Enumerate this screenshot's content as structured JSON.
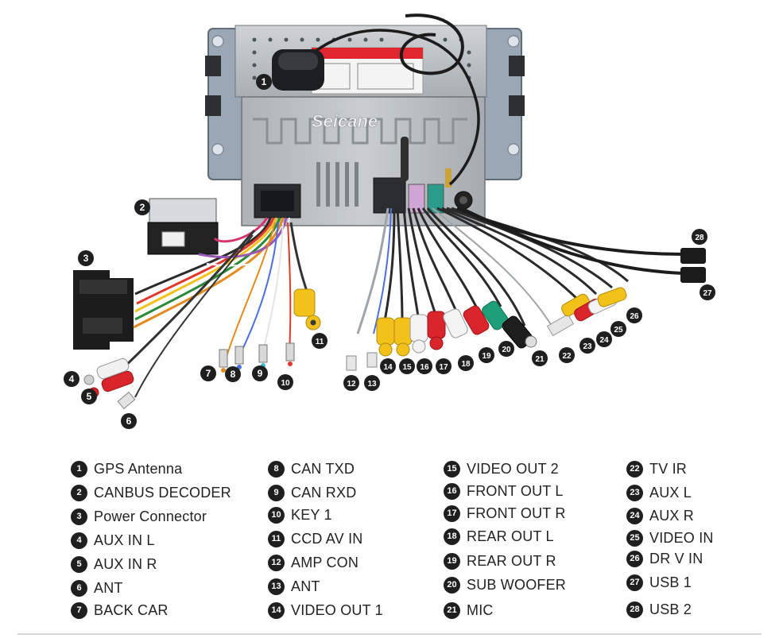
{
  "brand": "Seicane",
  "callouts": [
    "1",
    "2",
    "3",
    "4",
    "5",
    "6",
    "7",
    "8",
    "9",
    "10",
    "11",
    "12",
    "13",
    "14",
    "15",
    "16",
    "17",
    "18",
    "19",
    "20",
    "21",
    "22",
    "23",
    "24",
    "25",
    "26",
    "27",
    "28"
  ],
  "legend": {
    "col1": [
      {
        "num": "1",
        "label": "GPS Antenna"
      },
      {
        "num": "2",
        "label": "CANBUS DECODER"
      },
      {
        "num": "3",
        "label": "Power Connector"
      },
      {
        "num": "4",
        "label": "AUX IN L"
      },
      {
        "num": "5",
        "label": "AUX IN R"
      },
      {
        "num": "6",
        "label": "ANT"
      },
      {
        "num": "7",
        "label": "BACK CAR"
      }
    ],
    "col2": [
      {
        "num": "8",
        "label": "CAN TXD"
      },
      {
        "num": "9",
        "label": "CAN RXD"
      },
      {
        "num": "10",
        "label": "KEY 1"
      },
      {
        "num": "11",
        "label": "CCD AV IN"
      },
      {
        "num": "12",
        "label": "AMP CON"
      },
      {
        "num": "13",
        "label": "ANT"
      },
      {
        "num": "14",
        "label": "VIDEO OUT 1"
      }
    ],
    "col3": [
      {
        "num": "15",
        "label": "VIDEO OUT 2"
      },
      {
        "num": "16",
        "label": "FRONT OUT L"
      },
      {
        "num": "17",
        "label": "FRONT OUT R"
      },
      {
        "num": "18",
        "label": "REAR OUT L"
      },
      {
        "num": "19",
        "label": "REAR OUT R"
      },
      {
        "num": "20",
        "label": "SUB WOOFER"
      },
      {
        "num": "21",
        "label": "MIC"
      }
    ],
    "col4": [
      {
        "num": "22",
        "label": "TV IR"
      },
      {
        "num": "23",
        "label": "AUX L"
      },
      {
        "num": "24",
        "label": "AUX R"
      },
      {
        "num": "25",
        "label": "VIDEO IN"
      },
      {
        "num": "26",
        "label": "DR V IN"
      },
      {
        "num": "27",
        "label": "USB 1"
      },
      {
        "num": "28",
        "label": "USB 2"
      }
    ]
  }
}
